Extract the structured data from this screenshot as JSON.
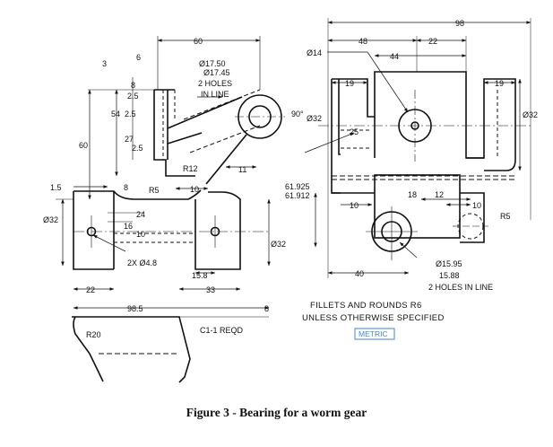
{
  "figure": {
    "caption": "Figure 3 - Bearing for a worm gear",
    "notes": {
      "fillets_line1": "FILLETS AND ROUNDS R6",
      "fillets_line2": "UNLESS OTHERWISE SPECIFIED",
      "metric": "METRIC",
      "part_label": "C1-1 REQD"
    },
    "left_view": {
      "dims": {
        "d60_top": "60",
        "d6": "6",
        "d3": "3",
        "d8": "8",
        "d54": "54",
        "d2_5a": "2.5",
        "d2_5b": "2.5",
        "d2_5c": "2.5",
        "d27": "27",
        "d60_left": "60",
        "bore1": "Ø17.50",
        "bore2": "Ø17.45",
        "holes": "2 HOLES",
        "in_line": "IN LINE",
        "r12": "R12",
        "d11": "11",
        "d1_5": "1.5",
        "d8b": "8",
        "r5": "R5",
        "d10": "10",
        "d24": "24",
        "d16": "16",
        "d10b": "10",
        "dia32_left": "Ø32",
        "dia32_bottom": "Ø32",
        "two_x": "2X Ø4.8",
        "d15_8": "15.8",
        "d33": "33",
        "d22": "22",
        "d98_5": "98.5",
        "d8c": "8",
        "r20": "R20"
      }
    },
    "right_view": {
      "dims": {
        "d98": "98",
        "d48": "48",
        "d22": "22",
        "d44": "44",
        "dia14": "Ø14",
        "d19a": "19",
        "d19b": "19",
        "deg90": "90°",
        "dia32a": "Ø32",
        "dia32b": "Ø32",
        "d25": "25",
        "d61_925": "61.925",
        "d61_912": "61.912",
        "d18": "18",
        "d12": "12",
        "d10a": "10",
        "d10b": "10",
        "r5": "R5",
        "d40": "40",
        "bore1": "Ø15.95",
        "bore2": "15.88",
        "holes": "2 HOLES IN LINE"
      }
    }
  }
}
